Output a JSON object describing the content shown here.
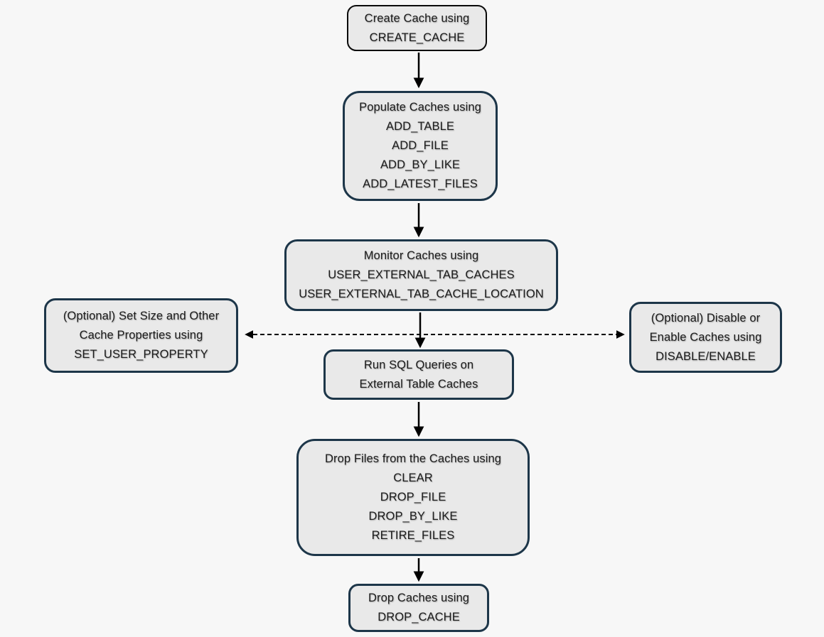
{
  "background_color": "#f7f7f7",
  "colors": {
    "node_fill": "#e9e9e9",
    "node_border": "#1d3649",
    "start_node_border": "#0a0a0a",
    "arrow": "#000000",
    "text": "#1c1c1c"
  },
  "nodes": [
    {
      "id": "create-cache",
      "lines": [
        "Create Cache using",
        "CREATE_CACHE"
      ]
    },
    {
      "id": "populate-caches",
      "lines": [
        "Populate Caches using",
        "ADD_TABLE",
        "ADD_FILE",
        "ADD_BY_LIKE",
        "ADD_LATEST_FILES"
      ]
    },
    {
      "id": "monitor-caches",
      "lines": [
        "Monitor Caches using",
        "USER_EXTERNAL_TAB_CACHES",
        "USER_EXTERNAL_TAB_CACHE_LOCATION"
      ]
    },
    {
      "id": "set-cache-properties",
      "lines": [
        "(Optional) Set Size and Other",
        "Cache Properties using",
        "SET_USER_PROPERTY"
      ]
    },
    {
      "id": "run-sql-queries",
      "lines": [
        "Run SQL Queries on",
        "External Table Caches"
      ]
    },
    {
      "id": "disable-enable-caches",
      "lines": [
        "(Optional) Disable or",
        "Enable Caches using",
        "DISABLE/ENABLE"
      ]
    },
    {
      "id": "drop-files",
      "lines": [
        "Drop Files from the Caches using",
        "CLEAR",
        "DROP_FILE",
        "DROP_BY_LIKE",
        "RETIRE_FILES"
      ]
    },
    {
      "id": "drop-caches",
      "lines": [
        "Drop Caches using",
        "DROP_CACHE"
      ]
    }
  ],
  "edges": [
    {
      "from": "create-cache",
      "to": "populate-caches",
      "style": "solid"
    },
    {
      "from": "populate-caches",
      "to": "monitor-caches",
      "style": "solid"
    },
    {
      "from": "monitor-caches",
      "to": "run-sql-queries",
      "style": "solid"
    },
    {
      "from": "monitor-caches",
      "to": "set-cache-properties",
      "style": "dashed"
    },
    {
      "from": "monitor-caches",
      "to": "disable-enable-caches",
      "style": "dashed"
    },
    {
      "from": "run-sql-queries",
      "to": "drop-files",
      "style": "solid"
    },
    {
      "from": "drop-files",
      "to": "drop-caches",
      "style": "solid"
    }
  ]
}
